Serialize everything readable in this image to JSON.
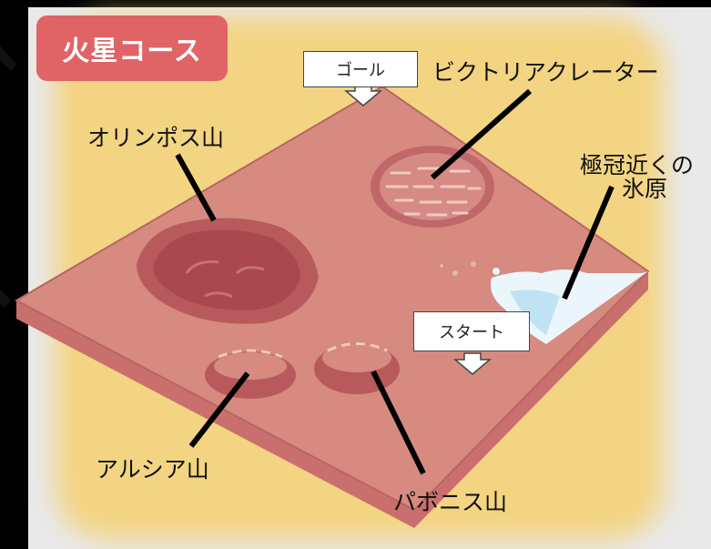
{
  "title": "火星コース",
  "markers": {
    "goal": "ゴール",
    "start": "スタート"
  },
  "labels": {
    "olympus": "オリンポス山",
    "victoria": "ビクトリアクレーター",
    "polar_line1": "極冠近くの",
    "polar_line2": "氷原",
    "arsia": "アルシア山",
    "pavonis": "パボニス山"
  },
  "colors": {
    "title_bg": "#e06466",
    "board_top": "#d68a80",
    "board_side": "#c96f6d",
    "background_glow": "#f3d482",
    "panel": "#e9e9ea",
    "ice": "#eaf6fb"
  }
}
